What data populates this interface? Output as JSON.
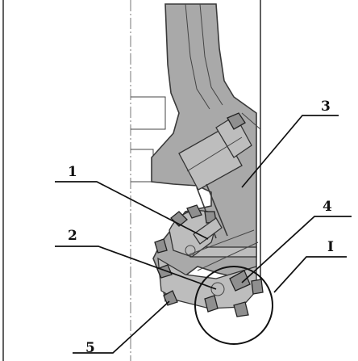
{
  "labels": {
    "l1": "1",
    "l2": "2",
    "l3": "3",
    "l4": "4",
    "l5": "5",
    "detail": "I"
  }
}
